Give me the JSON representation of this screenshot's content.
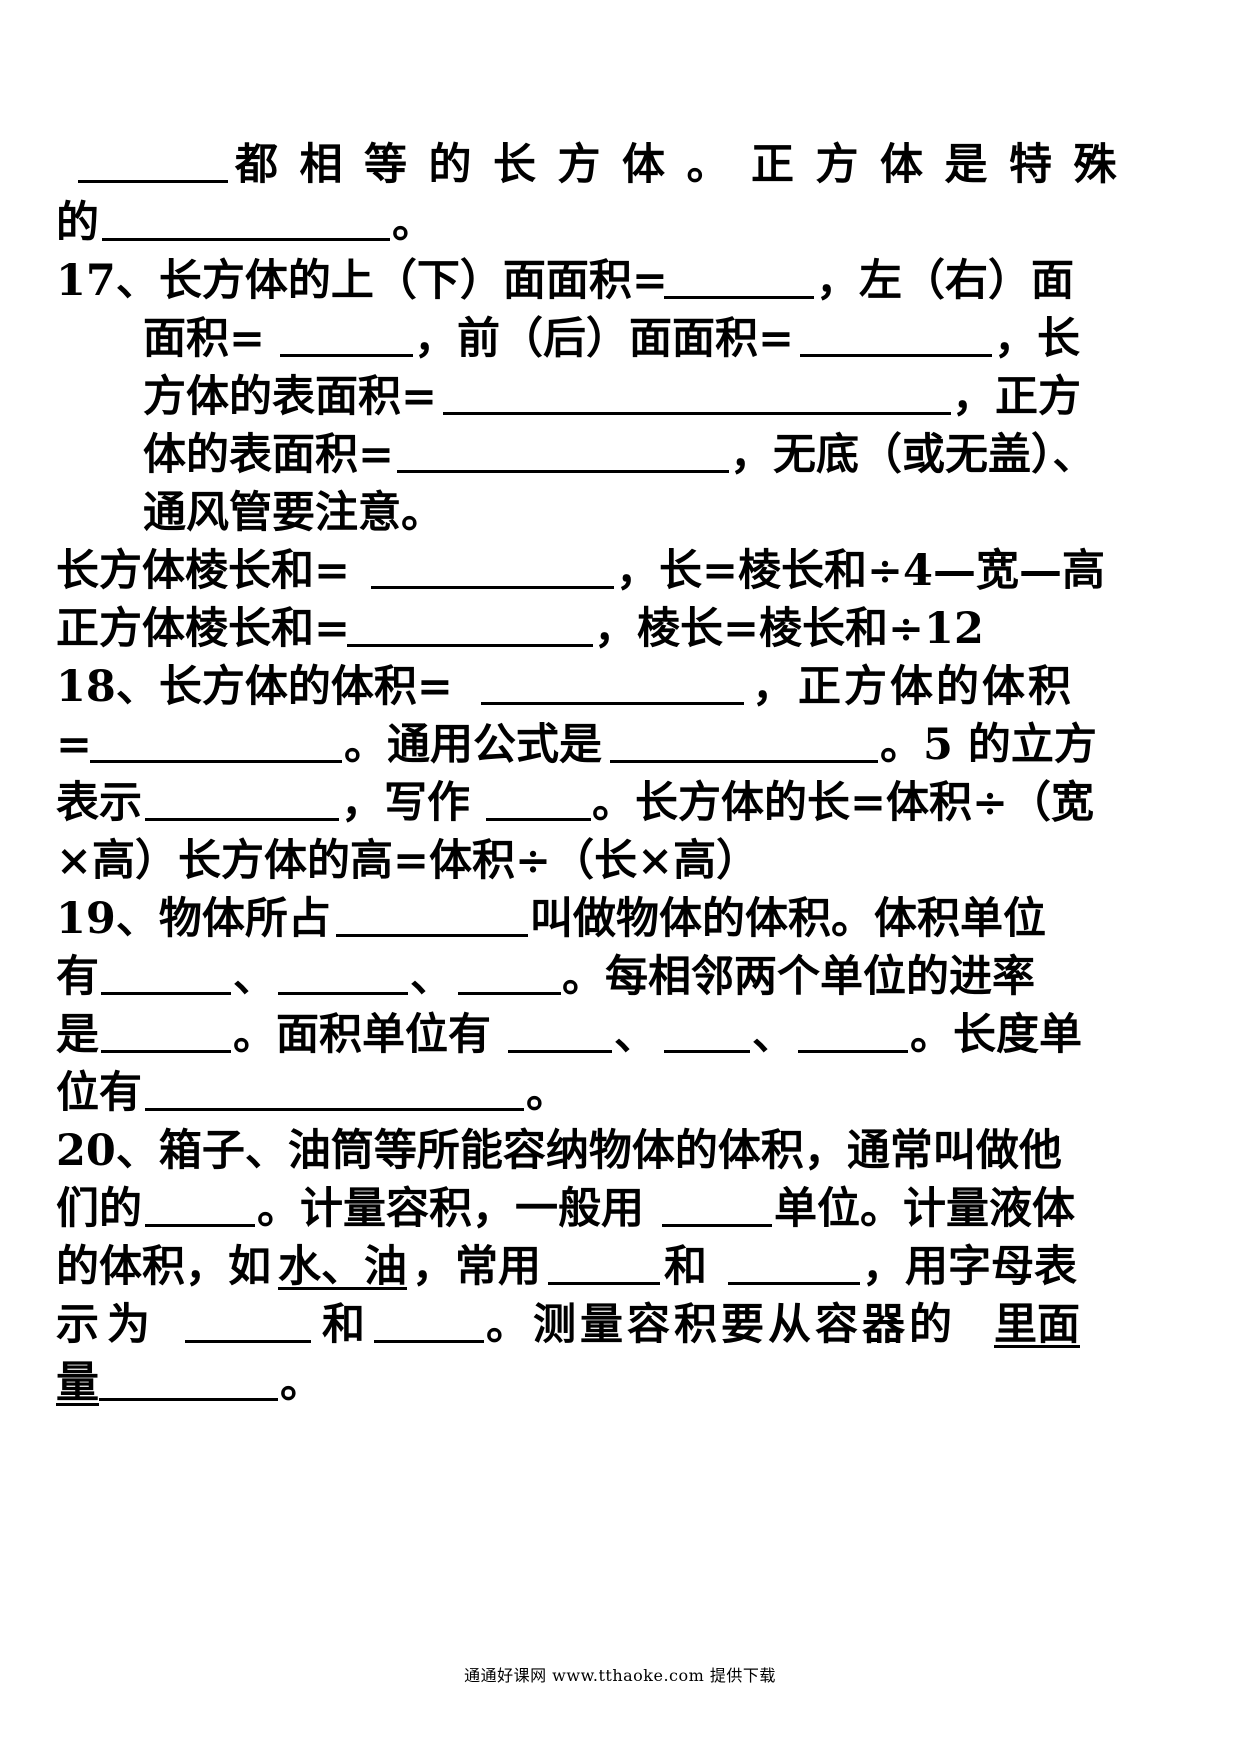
{
  "worksheet": {
    "lines": [
      {
        "segs": [
          "都相等的长方体。正方体是特殊"
        ]
      },
      {
        "segs": [
          "的",
          "。"
        ]
      },
      {
        "segs": [
          "17、长方体的上（下）面面积=",
          "，左（右）面"
        ]
      },
      {
        "segs": [
          "面积=",
          "，前（后）面面积=",
          "，长"
        ]
      },
      {
        "segs": [
          "方体的表面积=",
          "，正方"
        ]
      },
      {
        "segs": [
          "体的表面积=",
          "，无底（或无盖）、"
        ]
      },
      {
        "segs": [
          "通风管要注意。"
        ]
      },
      {
        "segs": [
          "长方体棱长和=",
          "，长=棱长和÷4—宽—高"
        ]
      },
      {
        "segs": [
          "正方体棱长和=",
          "，棱长=棱长和÷12"
        ]
      },
      {
        "segs": [
          "18、长方体的体积=",
          "，正方体的体积"
        ]
      },
      {
        "segs": [
          "=",
          "。通用公式是",
          "。5 的立方"
        ]
      },
      {
        "segs": [
          "表示",
          "，写作",
          "。长方体的长=体积÷（宽"
        ]
      },
      {
        "segs": [
          "×高）长方体的高=体积÷（长×高）"
        ]
      },
      {
        "segs": [
          "19、物体所占",
          "叫做物体的体积。体积单位"
        ]
      },
      {
        "segs": [
          "有",
          "、",
          "、",
          "。每相邻两个单位的进率"
        ]
      },
      {
        "segs": [
          "是",
          "。面积单位有",
          "、",
          "、",
          "。长度单"
        ]
      },
      {
        "segs": [
          "位有",
          "。"
        ]
      },
      {
        "segs": [
          "20、箱子、油筒等所能容纳物体的体积，通常叫做他"
        ]
      },
      {
        "segs": [
          "们的",
          "。计量容积，一般用",
          "单位。计量液体"
        ]
      },
      {
        "segs": [
          "的体积，如",
          "水、油",
          "，常用",
          "和",
          "，用字母表"
        ]
      },
      {
        "segs": [
          "示为",
          "和",
          "。测量容积要从容器的",
          "里面"
        ]
      },
      {
        "segs": [
          "量",
          "。"
        ]
      }
    ]
  },
  "footer": {
    "text": "通通好课网  www.tthaoke.com  提供下载"
  }
}
